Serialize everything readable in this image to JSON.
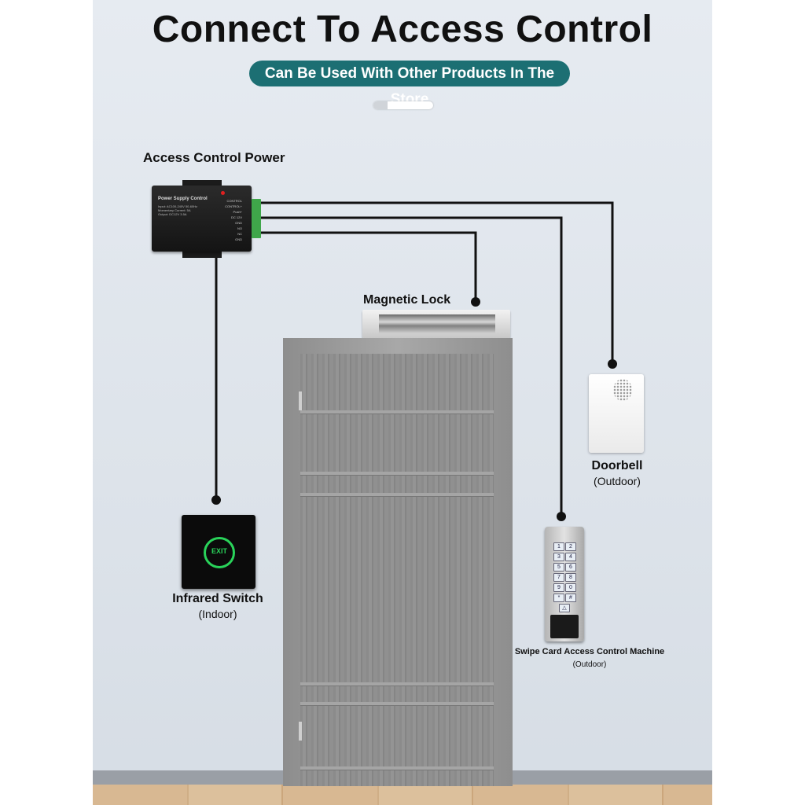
{
  "header": {
    "title": "Connect To Access Control",
    "subtitle": "Can Be Used With Other Products In The Store"
  },
  "labels": {
    "power": "Access Control Power",
    "maglock": "Magnetic Lock",
    "doorbell": "Doorbell",
    "doorbell_loc": "(Outdoor)",
    "switch": "Infrared Switch",
    "switch_loc": "(Indoor)",
    "keypad": "Swipe Card Access Control Machine",
    "keypad_loc": "(Outdoor)"
  },
  "device_text": {
    "psu_title": "Power Supply Control",
    "psu_spec_1": "Input: AC100-240V 50-60Hz",
    "psu_spec_2": "Momentary Current: 5A",
    "psu_spec_3": "Output: DC12V 3.5A",
    "psu_terminals": [
      "CONTROL",
      "CONTROL+",
      "Push+",
      "DC 12V",
      "GND",
      "NO",
      "NC",
      "GND"
    ],
    "exit": "EXIT",
    "keys": [
      "1",
      "2",
      "3",
      "4",
      "5",
      "6",
      "7",
      "8",
      "9",
      "0",
      "*",
      "#"
    ]
  },
  "colors": {
    "badge": "#1c6f73",
    "exit_glow": "#29d35a",
    "terminal": "#3fa64a"
  }
}
